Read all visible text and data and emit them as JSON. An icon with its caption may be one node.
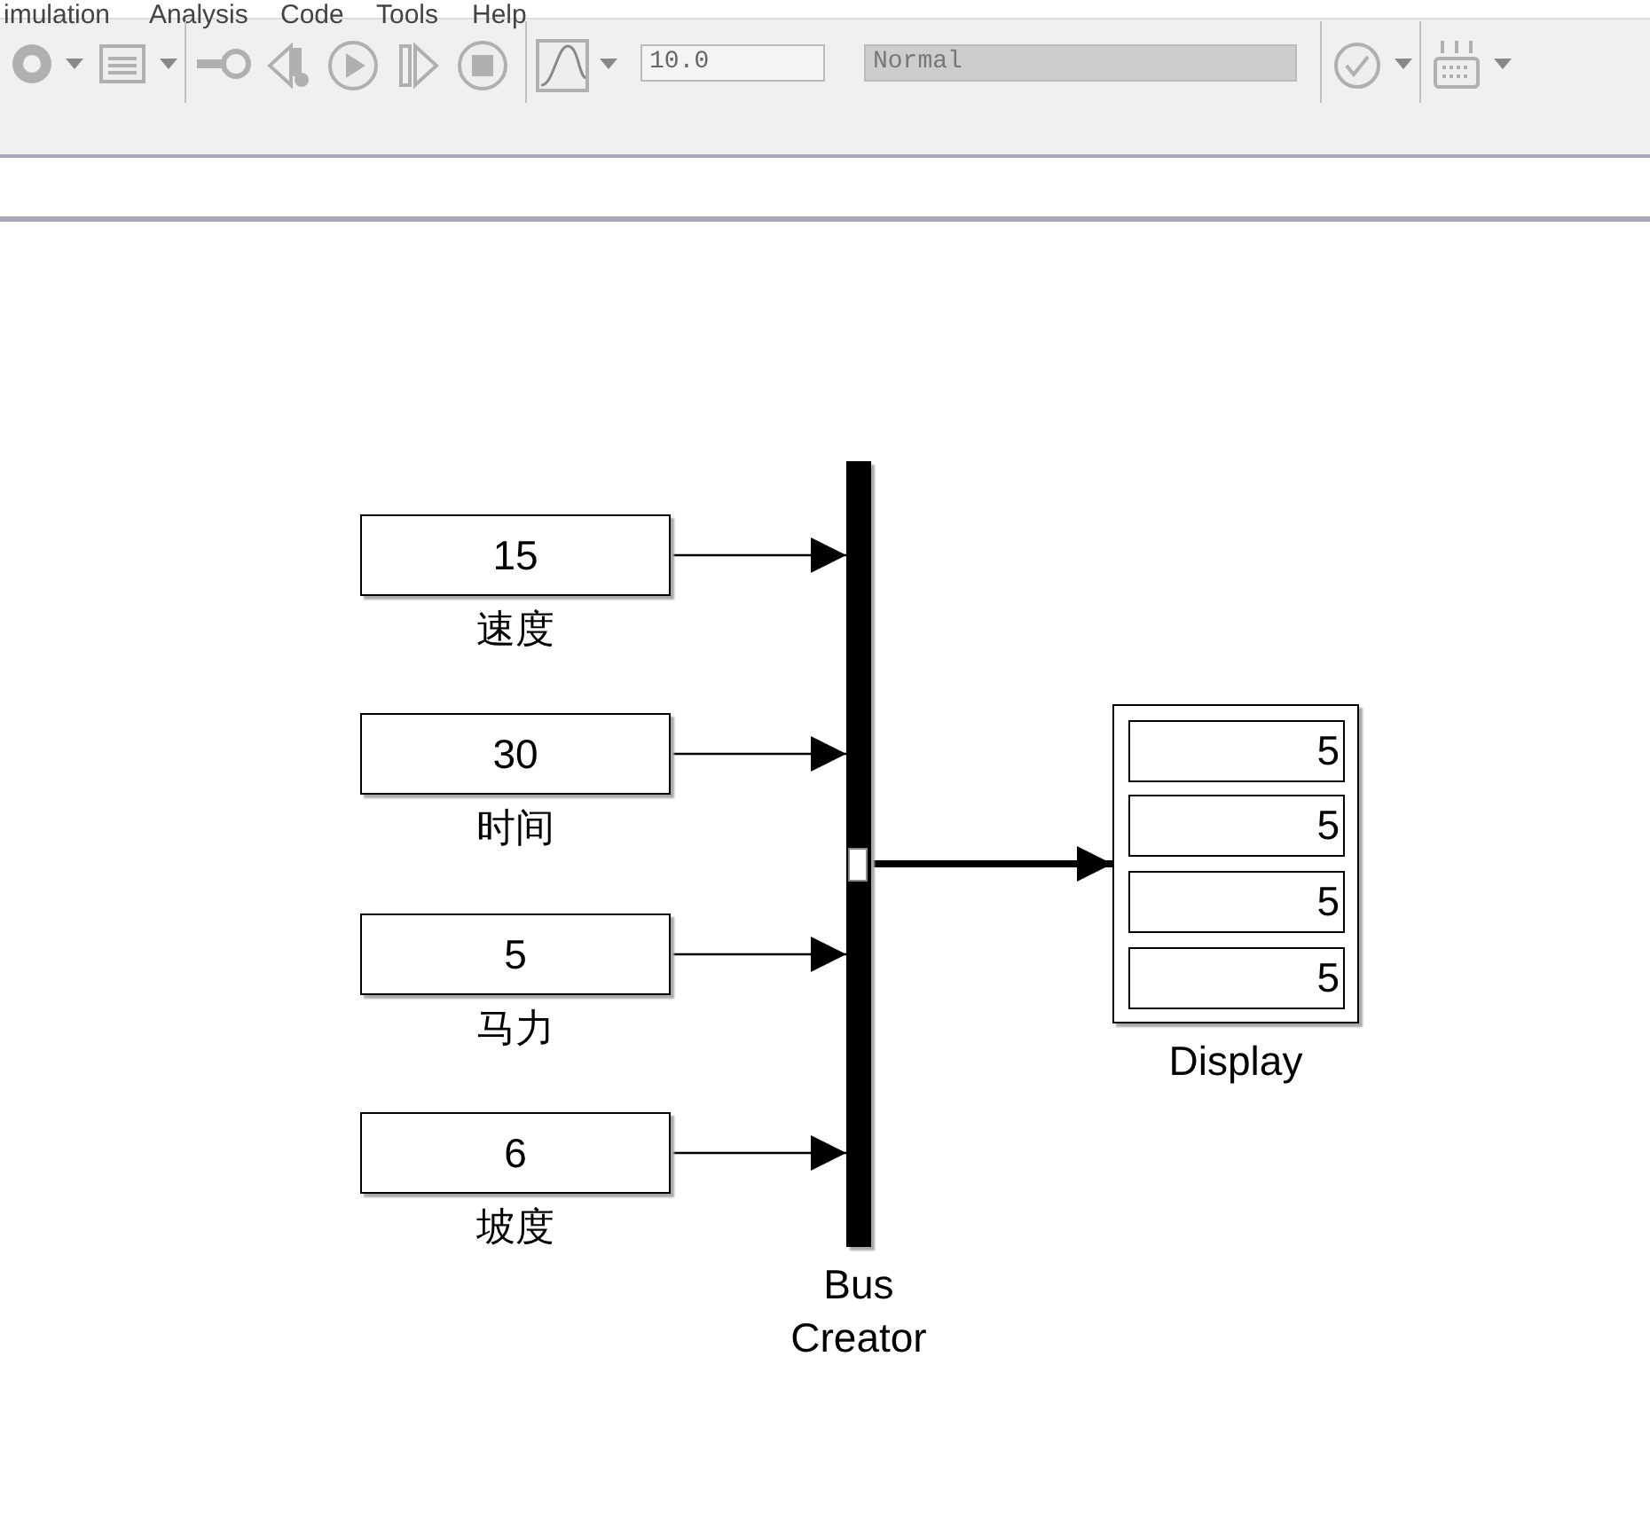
{
  "diagram": {
    "nodes": [
      {
        "text": [
          "15"
        ],
        "beside": [
          "速度"
        ]
      },
      {
        "text": [
          "30"
        ],
        "beside": [
          "时间"
        ]
      },
      {
        "text": [
          "5"
        ],
        "beside": [
          "马力"
        ]
      },
      {
        "text": [
          "6"
        ],
        "beside": [
          "坡度"
        ]
      },
      {
        "text": [],
        "shape": "bar",
        "beside": [
          "Bus Creator"
        ]
      },
      {
        "text": [
          "Display"
        ]
      },
      {
        "text": [
          "5"
        ],
        "in": 5
      },
      {
        "text": [
          "5"
        ],
        "in": 5
      },
      {
        "text": [
          "5"
        ],
        "in": 5
      },
      {
        "text": [
          "5"
        ],
        "in": 5
      }
    ],
    "edges": [
      {
        "from": 0,
        "to": 4,
        "arrow": "to"
      },
      {
        "from": 1,
        "to": 4,
        "arrow": "to"
      },
      {
        "from": 2,
        "to": 4,
        "arrow": "to"
      },
      {
        "from": 3,
        "to": 4,
        "arrow": "to"
      },
      {
        "from": 4,
        "to": 5,
        "arrow": "to",
        "style": "thick"
      }
    ],
    "labels": [
      "imulation",
      "Analysis",
      "Code",
      "Tools",
      "Help",
      "10.0",
      "Normal"
    ]
  }
}
